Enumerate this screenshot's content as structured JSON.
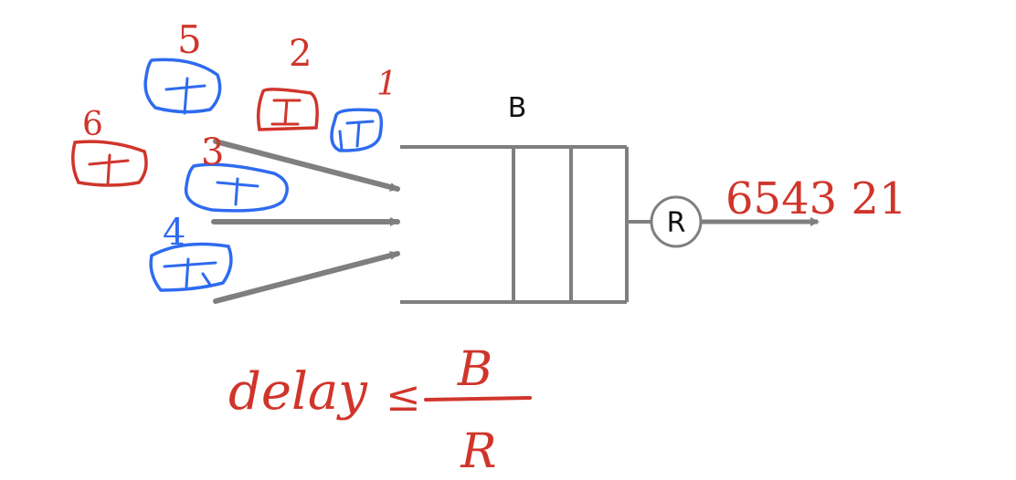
{
  "labels": {
    "buffer": "B",
    "rate": "R"
  },
  "packet_numbers": [
    "1",
    "2",
    "3",
    "4",
    "5",
    "6"
  ],
  "output_sequence": "6543 21",
  "formula": {
    "lhs": "delay",
    "relation": "≤",
    "numerator": "B",
    "denominator": "R"
  },
  "colors": {
    "ink_red": "#d0352b",
    "ink_blue": "#2f6bf0",
    "diagram_gray": "#7f7f7f",
    "text_black": "#111111"
  }
}
